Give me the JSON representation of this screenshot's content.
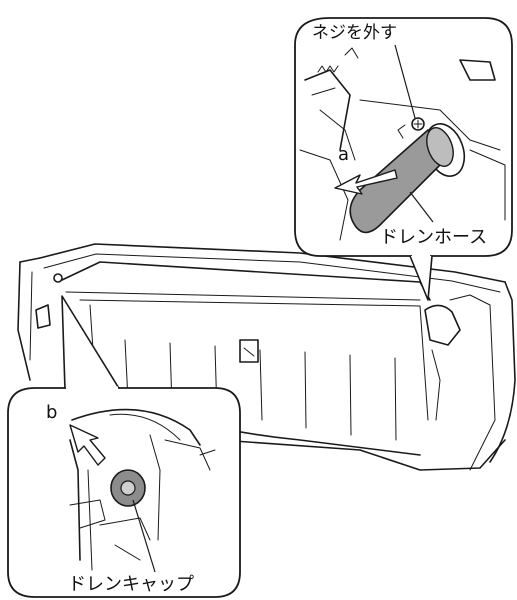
{
  "labels": {
    "remove_screw": "ネジを外す",
    "drain_hose": "ドレンホース",
    "drain_cap": "ドレンキャップ",
    "arrow_a": "a",
    "arrow_b": "b"
  },
  "colors": {
    "line": "#1a1a1a",
    "hose": "#9a9a9a",
    "cap": "#8c8c8c",
    "background": "#ffffff"
  },
  "icons": {
    "arrow_a": "arrow-down-left-icon",
    "arrow_b": "arrow-up-left-icon"
  }
}
